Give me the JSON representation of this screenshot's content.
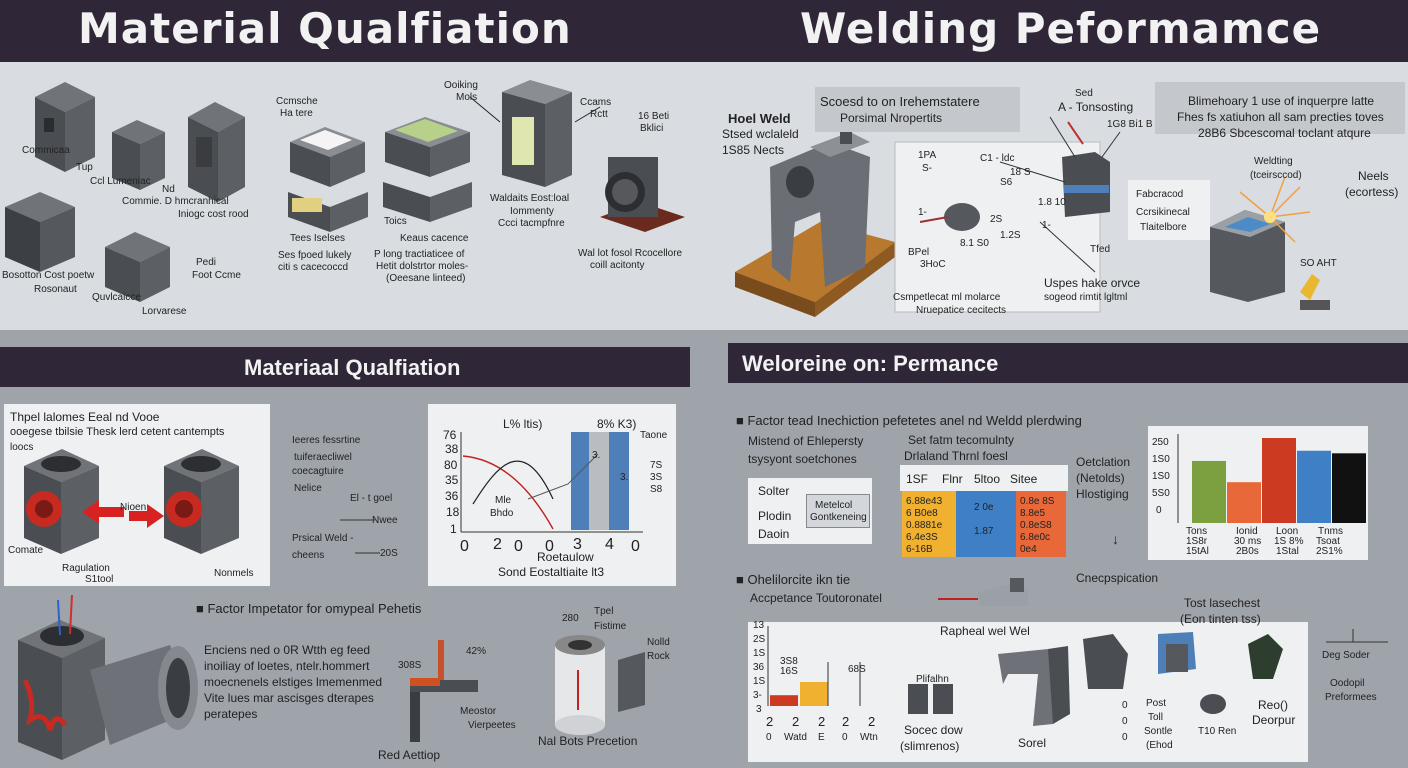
{
  "header": {
    "left_title": "Material Qualfiation",
    "right_title": "Welding Peformamce"
  },
  "top_left": {
    "labels": [
      "Commicaa",
      "Tup",
      "Ccl Lumeniac",
      "Nd",
      "Commie. D hmcranhical",
      "Iniogc cost rood",
      "Ccmsche",
      "Ha tere",
      "Tees Iselses",
      "Ses fpoed lukely",
      "citi s cacecoccd",
      "Ooiking",
      "Mols",
      "Toics",
      "Keaus cacence",
      "P long tractiaticee of",
      "Hetit dolstrtor moles-",
      "(Oeesane linteed)",
      "Ccams",
      "Rctt",
      "Waldaits Eost:loal",
      "Iommenty",
      "Ccci tacmpfnre",
      "Wal lot fosol Rcocellore",
      "coill acitonty",
      "16 Beti",
      "Bklici",
      "Bosotton Cost poetw",
      "Rosonaut",
      "Pedi",
      "Foot Ccme",
      "Quvlcaicce",
      "Lorvarese"
    ]
  },
  "top_right": {
    "labels": [
      "Hoel Weld",
      "Stsed wclaleld",
      "1S85 Nects",
      "Scoesd to on Irehemstatere",
      "Porsimal Nropertits",
      "Sed",
      "A - Tonsosting",
      "1G8 Bi1 B",
      "Blimehoary 1 use of inquerpre latte",
      "Fhes fs xatiuhon all sam precties toves",
      "28B6 Sbcescomal toclant atqure",
      "1PA",
      "C1 - ldc",
      "S-",
      "18 S",
      "S6",
      "1-",
      "2S",
      "1.2S",
      "8.1 S0",
      "1.8 10",
      "BPel",
      "3HoC",
      "1-",
      "Tfed",
      "Csmpetlecat ml molarce",
      "Nruepatice cecitects",
      "Uspes hake orvce",
      "sogeod rimtit lgltml",
      "Fabcracod",
      "Ccrsikinecal",
      "Tlaitelbore",
      "Weldting",
      "(tceirsccod)",
      "Neels",
      "(ecortess)",
      "SO AHT"
    ]
  },
  "mid_left": {
    "bar": "Materiaal Qualfiation",
    "panel1": {
      "title": "Thpel lalomes Eeal nd Vooe",
      "subtitle": "ooegese tbilsie Thesk lerd cetent cantempts",
      "line3": "loocs",
      "labels": [
        "Nioen",
        "Comate",
        "Ragulation",
        "S1tool",
        "Nonmels"
      ]
    },
    "middle_text": [
      "Ieeres fessrtine",
      "tuiferaecliwel",
      "coecagtuire",
      "Nelice",
      "El - t goel",
      "Nwee",
      "Prsical  Weld -",
      "cheens",
      "20S"
    ],
    "chart": {
      "yticks": [
        "76",
        "38",
        "80",
        "35",
        "36",
        "18",
        "1"
      ],
      "xticks": [
        "0",
        "2",
        "0",
        "0",
        "3",
        "4",
        "0"
      ],
      "top_labels": [
        "L% ltis)",
        "8% K3)",
        "Taone"
      ],
      "side_labels": [
        "7S",
        "3.",
        "3S",
        "S8"
      ],
      "inner_labels": [
        "Mle",
        "Bhdo",
        "3."
      ],
      "xlabel1": "Roetaulow",
      "xlabel2": "Sond Eostaltiaite lt3"
    },
    "bottom": {
      "heading": "Factor Impetator for omypeal Pehetis",
      "text": [
        "Enciens ned o 0R Wtth eg feed",
        "inoiliay of loetes, ntelr.hommert",
        "moecnenels elstiges lmemenmed",
        "Vite lues mar ascisges dterapes",
        "peratepes"
      ],
      "labels": [
        "308S",
        "42%",
        "Meostor",
        "Vierpeetes",
        "Red Aettiop",
        "280",
        "Tpel",
        "Fistime",
        "Nolld",
        "Rock",
        "Nal Bots Precetion"
      ]
    }
  },
  "mid_right": {
    "bar": "Weloreine on: Permance",
    "heading": "Factor tead Inechiction pefetetes anel nd Weldd plerdwing",
    "sub1": "Mistend of Ehlepersty",
    "sub2": "tsysyont soetchones",
    "sub3": "Set fatm tecomulnty",
    "sub4": "Drlaland Thrnl foesl",
    "small_box": [
      "Solter",
      "Plodin",
      "Daoin"
    ],
    "inner_box": [
      "Metelcol",
      "Gontkeneing"
    ],
    "table_header": [
      "1SF",
      "Flnr",
      "5ltoo",
      "Sitee"
    ],
    "table": [
      [
        "6.88e43",
        "6 B0e8",
        "0.8881e",
        "6.4e3S",
        "6-16B"
      ],
      [
        "2 0e",
        "1.87"
      ],
      [
        "0.8e 8S",
        "8.8e5",
        "0.8eS8",
        "6.8e0c",
        "0e4"
      ]
    ],
    "side": [
      "Oetclation",
      "(Netolds)",
      "Hlostiging"
    ],
    "bar_chart": {
      "yticks": [
        "250",
        "1S0",
        "1S0",
        "5S0",
        "0"
      ],
      "values": [
        0.73,
        0.48,
        1.0,
        0.85,
        0.82
      ],
      "colors": [
        "#7ca040",
        "#e8683a",
        "#cc3a22",
        "#3f7fc6",
        "#111111"
      ],
      "xlabels": [
        [
          "Tons",
          "1S8r",
          "15tAl"
        ],
        [
          "Ionid",
          "30 ms",
          "2B0s"
        ],
        [
          "Loon",
          "1S 8%",
          "1Stal"
        ],
        [
          "Tnms",
          "Tsoat",
          "2S1%"
        ]
      ]
    },
    "lower_heading": "Ohelilorcite ikn tie",
    "lower_sub": "Accpetance Toutoronatel",
    "labels": [
      "Rapheal wel Wel",
      "Cnecpspication",
      "Tost lasechest",
      "(Eon tinten tss)",
      "Deg Soder",
      "Oodopil",
      "Preformees",
      "Plifalhn",
      "Socec dow",
      "(slimrenos)",
      "Sorel",
      "Post",
      "Toll",
      "Sontle",
      "(Ehod",
      "T10 Ren",
      "Reo()",
      "Deorpur",
      "0",
      "0",
      "0"
    ],
    "small_chart": {
      "yticks": [
        "13",
        "2S",
        "1S",
        "36",
        "1S",
        "3-",
        "3"
      ],
      "values": [
        0.18,
        0.4,
        0.0,
        0.0
      ],
      "labels": [
        "3S8",
        "16S",
        "68S"
      ],
      "xticks": [
        [
          "2",
          "0"
        ],
        [
          "2",
          "Watd"
        ],
        [
          "2",
          "E"
        ],
        [
          "2",
          "0"
        ],
        [
          "2",
          "Wtn"
        ]
      ]
    }
  }
}
